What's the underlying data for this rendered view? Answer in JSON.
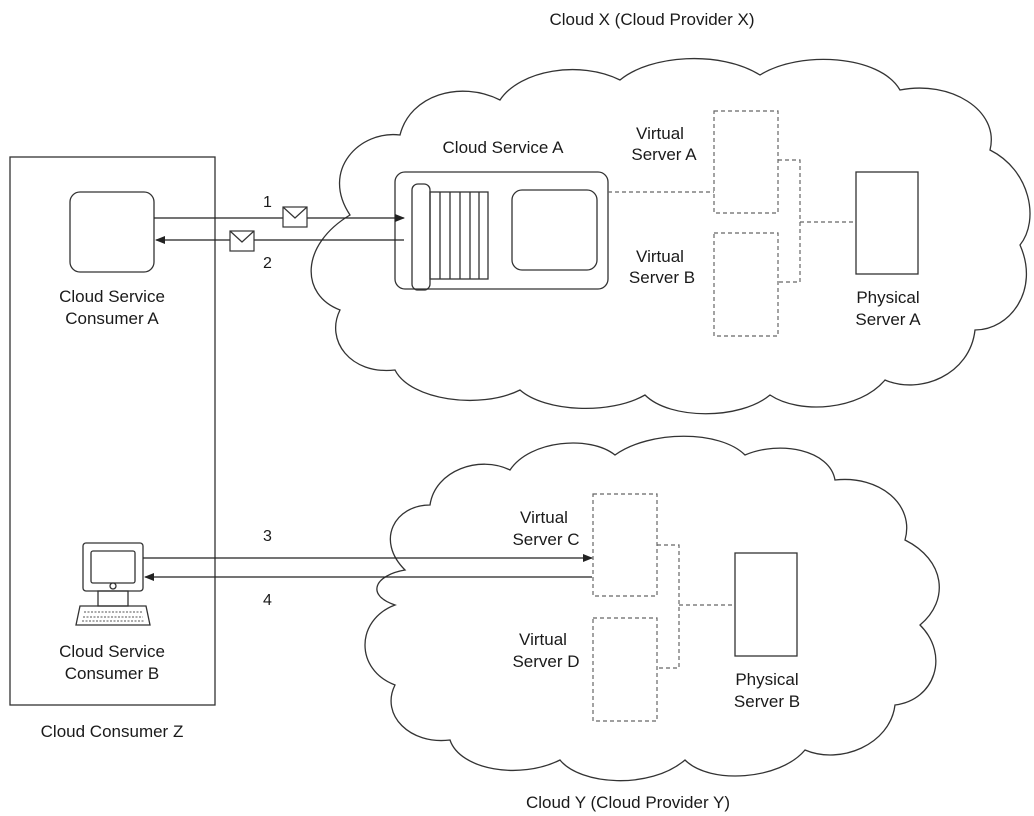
{
  "clouds": {
    "x": {
      "title": "Cloud X (Cloud Provider X)"
    },
    "y": {
      "title": "Cloud Y (Cloud Provider Y)"
    }
  },
  "consumer_org": {
    "title": "Cloud Consumer Z"
  },
  "consumers": {
    "a": {
      "line1": "Cloud Service",
      "line2": "Consumer A"
    },
    "b": {
      "line1": "Cloud Service",
      "line2": "Consumer B"
    }
  },
  "service": {
    "title": "Cloud Service A"
  },
  "virtual_servers": {
    "a": {
      "line1": "Virtual",
      "line2": "Server A"
    },
    "b": {
      "line1": "Virtual",
      "line2": "Server B"
    },
    "c": {
      "line1": "Virtual",
      "line2": "Server C"
    },
    "d": {
      "line1": "Virtual",
      "line2": "Server D"
    }
  },
  "physical_servers": {
    "a": {
      "line1": "Physical",
      "line2": "Server A"
    },
    "b": {
      "line1": "Physical",
      "line2": "Server B"
    }
  },
  "steps": {
    "s1": "1",
    "s2": "2",
    "s3": "3",
    "s4": "4"
  },
  "icons": {
    "message": "envelope-icon",
    "workstation": "computer-icon",
    "service_consumer": "rounded-square-icon"
  },
  "colors": {
    "line": "#333333",
    "dashed": "#666666",
    "background": "#ffffff"
  }
}
